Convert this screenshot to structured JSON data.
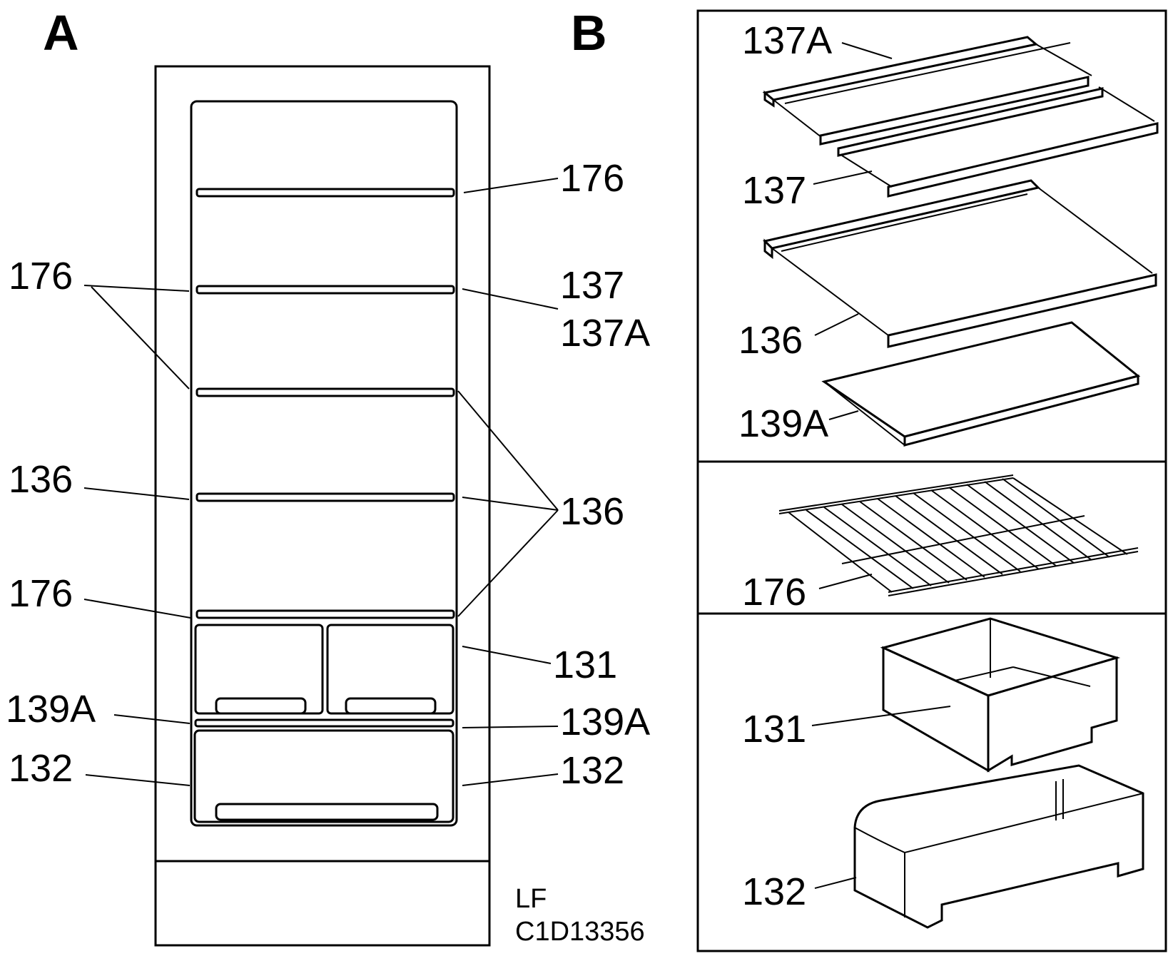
{
  "sections": {
    "a": "A",
    "b": "B"
  },
  "labels_a": {
    "l176_top": "176",
    "l176_left": "176",
    "l137": "137",
    "l137a": "137A",
    "l136_left": "136",
    "l136_right": "136",
    "l176_lower": "176",
    "l131": "131",
    "l139a_left": "139A",
    "l139a_right": "139A",
    "l132_left": "132",
    "l132_right": "132"
  },
  "labels_b": {
    "l137a": "137A",
    "l137": "137",
    "l136": "136",
    "l139a": "139A",
    "l176": "176",
    "l131": "131",
    "l132": "132"
  },
  "code": {
    "line1": "LF",
    "line2": "C1D13356"
  }
}
